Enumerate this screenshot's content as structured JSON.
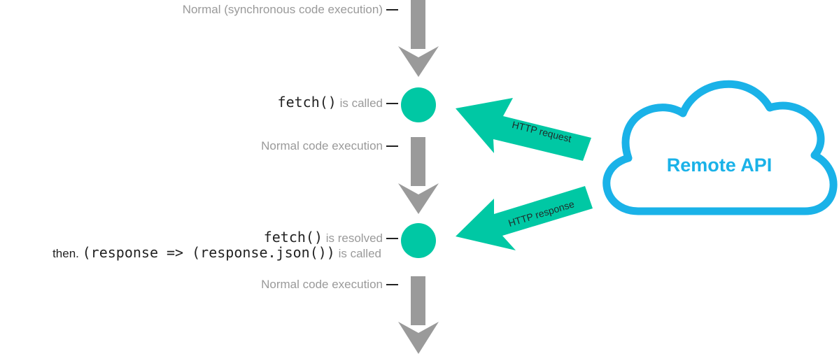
{
  "labels": {
    "sync_exec": "Normal (synchronous code execution)",
    "fetch_called_code": "fetch()",
    "fetch_called_text": "is called",
    "normal_exec_1": "Normal code execution",
    "fetch_resolved_code": "fetch()",
    "fetch_resolved_text": "is resolved",
    "then_prefix": "then.",
    "then_code": "(response => (response.json())",
    "then_text": "is called",
    "normal_exec_2": "Normal code execution"
  },
  "arrows": {
    "request": "HTTP request",
    "response": "HTTP response"
  },
  "cloud": {
    "label": "Remote API"
  },
  "colors": {
    "accent": "#00c8a4",
    "cloud": "#1ab2e8",
    "flow_arrow": "#9a9a9a",
    "muted_text": "#9a9a9a",
    "dark_text": "#222222"
  }
}
